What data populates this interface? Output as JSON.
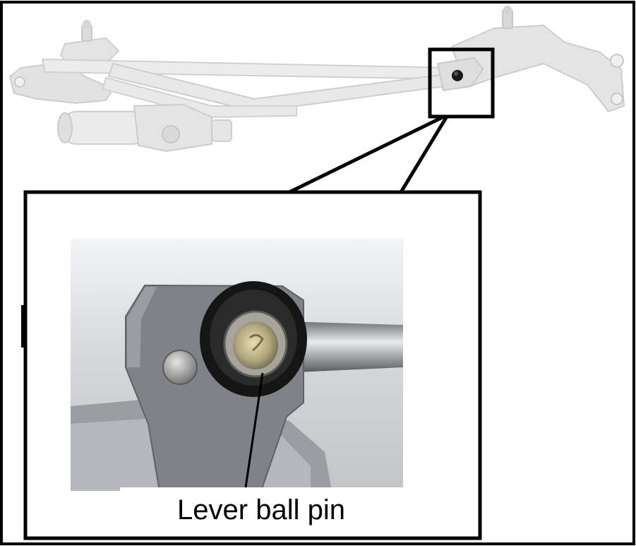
{
  "figure": {
    "callout_label": "Lever ball pin"
  },
  "colors": {
    "frame": "#000000",
    "linkage": "#e6e6e6",
    "linkage_shade": "#cfcfcf",
    "photo_background": "#d9dadc",
    "lever_metal": "#7e8186",
    "bushing": "#141414",
    "ball_pin": "#b8b2a0"
  },
  "icons": {
    "overview": "wiper-linkage-drawing",
    "detail": "lever-ball-pin-photo"
  }
}
